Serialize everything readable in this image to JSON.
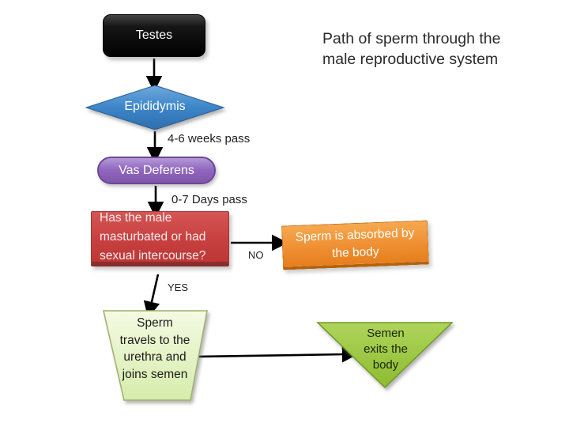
{
  "slide": {
    "title": "Path of sperm through the male reproductive system"
  },
  "flowchart": {
    "nodes": [
      {
        "id": "testes",
        "label": "Testes",
        "shape": "rounded-rectangle",
        "fill": "#0d0d0d",
        "text_color": "#ffffff"
      },
      {
        "id": "epididymis",
        "label": "Epididymis",
        "shape": "diamond",
        "fill": "#3c85c8",
        "text_color": "#ffffff"
      },
      {
        "id": "vas-deferens",
        "label": "Vas Deferens",
        "shape": "pill",
        "fill": "#9168bf",
        "text_color": "#ffffff"
      },
      {
        "id": "question",
        "label": "Has the male masturbated or had sexual intercourse?",
        "shape": "rectangle",
        "fill": "#c84040",
        "text_color": "#f7eeee"
      },
      {
        "id": "absorbed",
        "label": "Sperm is absorbed by the body",
        "shape": "rectangle",
        "fill": "#ef8f33",
        "text_color": "#ffffff"
      },
      {
        "id": "urethra",
        "label": "Sperm travels to the urethra and joins semen",
        "shape": "trapezoid-inverted",
        "fill": "#e2f1bd",
        "text_color": "#1c1c1c"
      },
      {
        "id": "exits",
        "label": "Semen exits the body",
        "shape": "triangle-down",
        "fill": "#9cc843",
        "text_color": "#1a2408"
      }
    ],
    "edge_labels": [
      {
        "id": "weeks",
        "text": "4-6 weeks pass"
      },
      {
        "id": "days",
        "text": "0-7 Days pass"
      },
      {
        "id": "no",
        "text": "NO"
      },
      {
        "id": "yes",
        "text": "YES"
      }
    ],
    "edges": [
      {
        "from": "testes",
        "to": "epididymis"
      },
      {
        "from": "epididymis",
        "to": "vas-deferens",
        "label": "4-6 weeks pass"
      },
      {
        "from": "vas-deferens",
        "to": "question",
        "label": "0-7 Days pass"
      },
      {
        "from": "question",
        "to": "absorbed",
        "label": "NO"
      },
      {
        "from": "question",
        "to": "urethra",
        "label": "YES"
      },
      {
        "from": "urethra",
        "to": "exits"
      }
    ]
  },
  "colors": {
    "title_text": "#2b2b2b",
    "arrow": "#000000",
    "edge_label_text": "#1f1f1f",
    "diamond_blue": "#3c85c8",
    "pill_purple": "#9168bf",
    "question_red": "#c84040",
    "question_edge_dark": "#8c2d2d",
    "absorbed_orange": "#ef8f33",
    "trapezoid_green_light": "#e2f1bd",
    "triangle_green": "#9cc843",
    "testes_black": "#0d0d0d"
  }
}
